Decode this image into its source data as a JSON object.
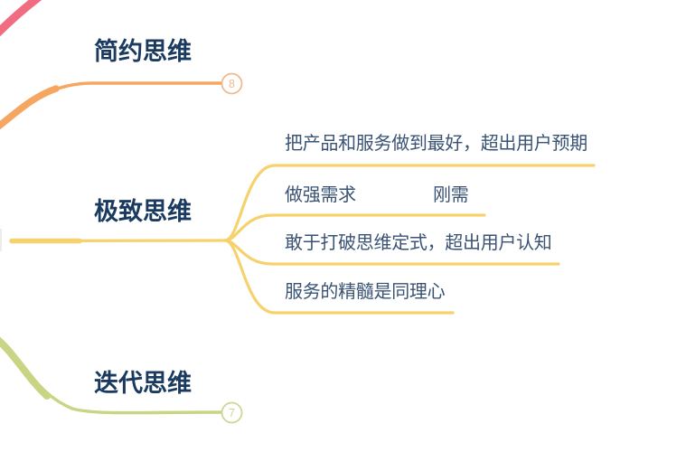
{
  "colors": {
    "background": "#ffffff",
    "topic_text": "#1b3a60",
    "subtopic_text": "#3a5374",
    "branch_pink": "#f16c80",
    "branch_orange": "#f5a661",
    "branch_yellow": "#f6d26e",
    "branch_olive": "#c9d485",
    "badge_orange": "#f0b98e",
    "badge_olive": "#cdd693",
    "root_edge": "#ececea"
  },
  "mindmap": {
    "topics": [
      {
        "label": "简约思维",
        "badge": "8",
        "children": []
      },
      {
        "label": "极致思维",
        "children": [
          {
            "label": "把产品和服务做到最好，超出用户预期"
          },
          {
            "label": "做强需求",
            "children": [
              {
                "label": "刚需"
              }
            ]
          },
          {
            "label": "敢于打破思维定式，超出用户认知"
          },
          {
            "label": "服务的精髓是同理心"
          }
        ]
      },
      {
        "label": "迭代思维",
        "badge": "7",
        "children": []
      }
    ]
  }
}
